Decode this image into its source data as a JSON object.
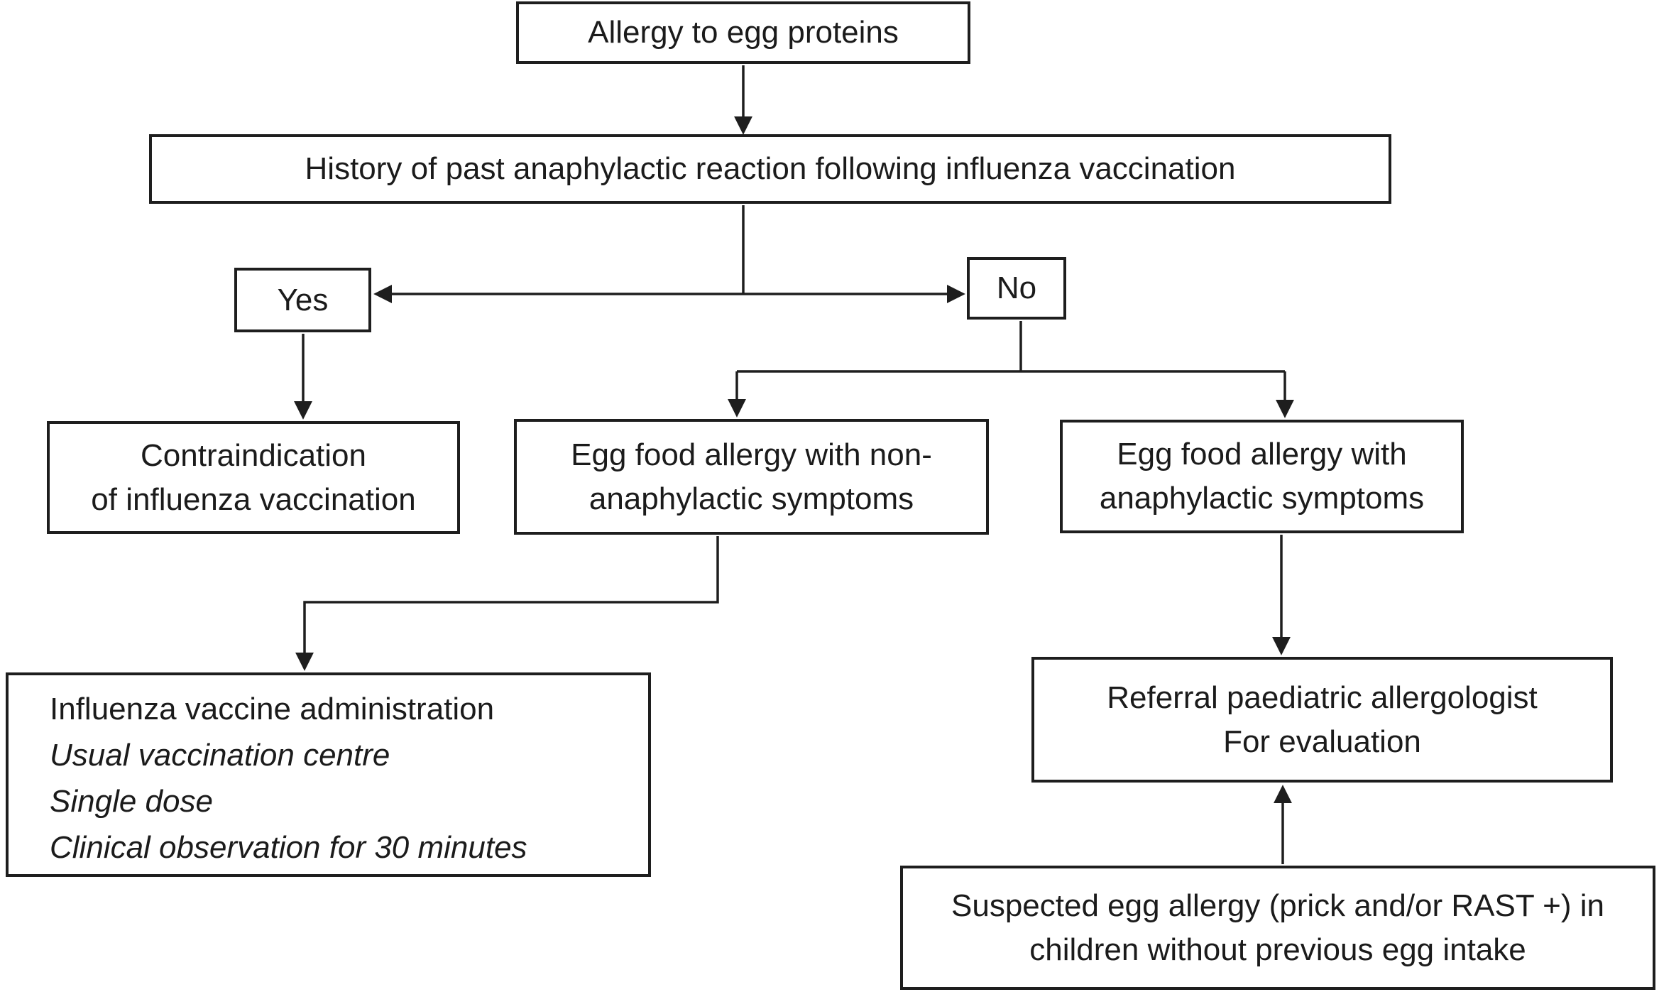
{
  "colors": {
    "background": "#ffffff",
    "line": "#1e1e1e",
    "text": "#1b1b1b"
  },
  "nodes": {
    "allergy": {
      "label": "Allergy to egg proteins"
    },
    "history": {
      "label": "History of past anaphylactic reaction following influenza vaccination"
    },
    "yes": {
      "label": "Yes"
    },
    "no": {
      "label": "No"
    },
    "contraindication": {
      "lines": [
        "Contraindication",
        "of influenza vaccination"
      ]
    },
    "non_anaphylactic": {
      "lines": [
        "Egg food allergy with non-",
        "anaphylactic symptoms"
      ]
    },
    "anaphylactic": {
      "lines": [
        "Egg food allergy with",
        "anaphylactic symptoms"
      ]
    },
    "administration": {
      "title": "Influenza vaccine administration",
      "details": [
        "Usual vaccination centre",
        "Single dose",
        "Clinical observation for 30 minutes"
      ]
    },
    "referral": {
      "lines": [
        "Referral paediatric allergologist",
        "For evaluation"
      ]
    },
    "suspected": {
      "lines": [
        "Suspected egg allergy (prick and/or RAST +) in",
        "children without previous egg intake"
      ]
    }
  },
  "edges": [
    {
      "from": "allergy",
      "to": "history"
    },
    {
      "from": "history",
      "to": "yes"
    },
    {
      "from": "history",
      "to": "no"
    },
    {
      "from": "yes",
      "to": "contraindication"
    },
    {
      "from": "no",
      "to": "non_anaphylactic"
    },
    {
      "from": "no",
      "to": "anaphylactic"
    },
    {
      "from": "non_anaphylactic",
      "to": "administration"
    },
    {
      "from": "anaphylactic",
      "to": "referral"
    },
    {
      "from": "suspected",
      "to": "referral"
    }
  ]
}
